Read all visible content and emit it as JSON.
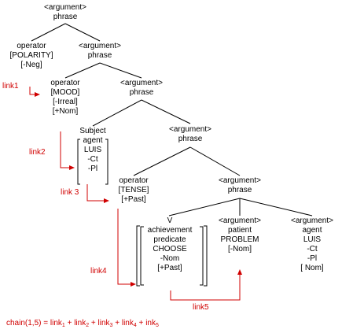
{
  "colors": {
    "tree": "#000000",
    "chain": "#d00000",
    "background": "#ffffff"
  },
  "nodes": {
    "root": {
      "l1": "<argument>",
      "l2": "phrase"
    },
    "op1": {
      "l1": "operator",
      "l2": "[POLARITY]",
      "l3": "[-Neg]"
    },
    "arg1": {
      "l1": "<argument>",
      "l2": "phrase"
    },
    "op2": {
      "l1": "operator",
      "l2": "[MOOD]",
      "l3": "[-Irreal]",
      "l4": "[+Nom]"
    },
    "arg2": {
      "l1": "<argument>",
      "l2": "phrase"
    },
    "subject": {
      "l1": "Subject",
      "l2": "agent",
      "l3": "LUIS",
      "l4": "-Ct",
      "l5": "-Pl"
    },
    "arg3": {
      "l1": "<argument>",
      "l2": "phrase"
    },
    "op3": {
      "l1": "operator",
      "l2": "[TENSE]",
      "l3": "[+Past]"
    },
    "arg4": {
      "l1": "<argument>",
      "l2": "phrase"
    },
    "verb": {
      "l1": "V",
      "l2": "achievement",
      "l3": "predicate",
      "l4": "CHOOSE",
      "l5": "-Nom",
      "l6": "[+Past]"
    },
    "patient": {
      "l1": "<argument>",
      "l2": "patient",
      "l3": "PROBLEM",
      "l4": "[-Nom]"
    },
    "agent": {
      "l1": "<argument>",
      "l2": "agent",
      "l3": "LUIS",
      "l4": "-Ct",
      "l5": "-Pl",
      "l6": "[ Nom]"
    }
  },
  "links": {
    "link1": "link1",
    "link2": "link2",
    "link3": "link 3",
    "link4": "link4",
    "link5": "link5"
  },
  "formula": {
    "lhs": "chain(1,5) = ",
    "t1": "link",
    "s1": "1",
    "p1": " + ",
    "t2": "link",
    "s2": "2",
    "p2": " + ",
    "t3": "link",
    "s3": "3",
    "p3": " + ",
    "t4": "link",
    "s4": "4",
    "p4": " + ",
    "t5": "ink",
    "s5": "5"
  }
}
